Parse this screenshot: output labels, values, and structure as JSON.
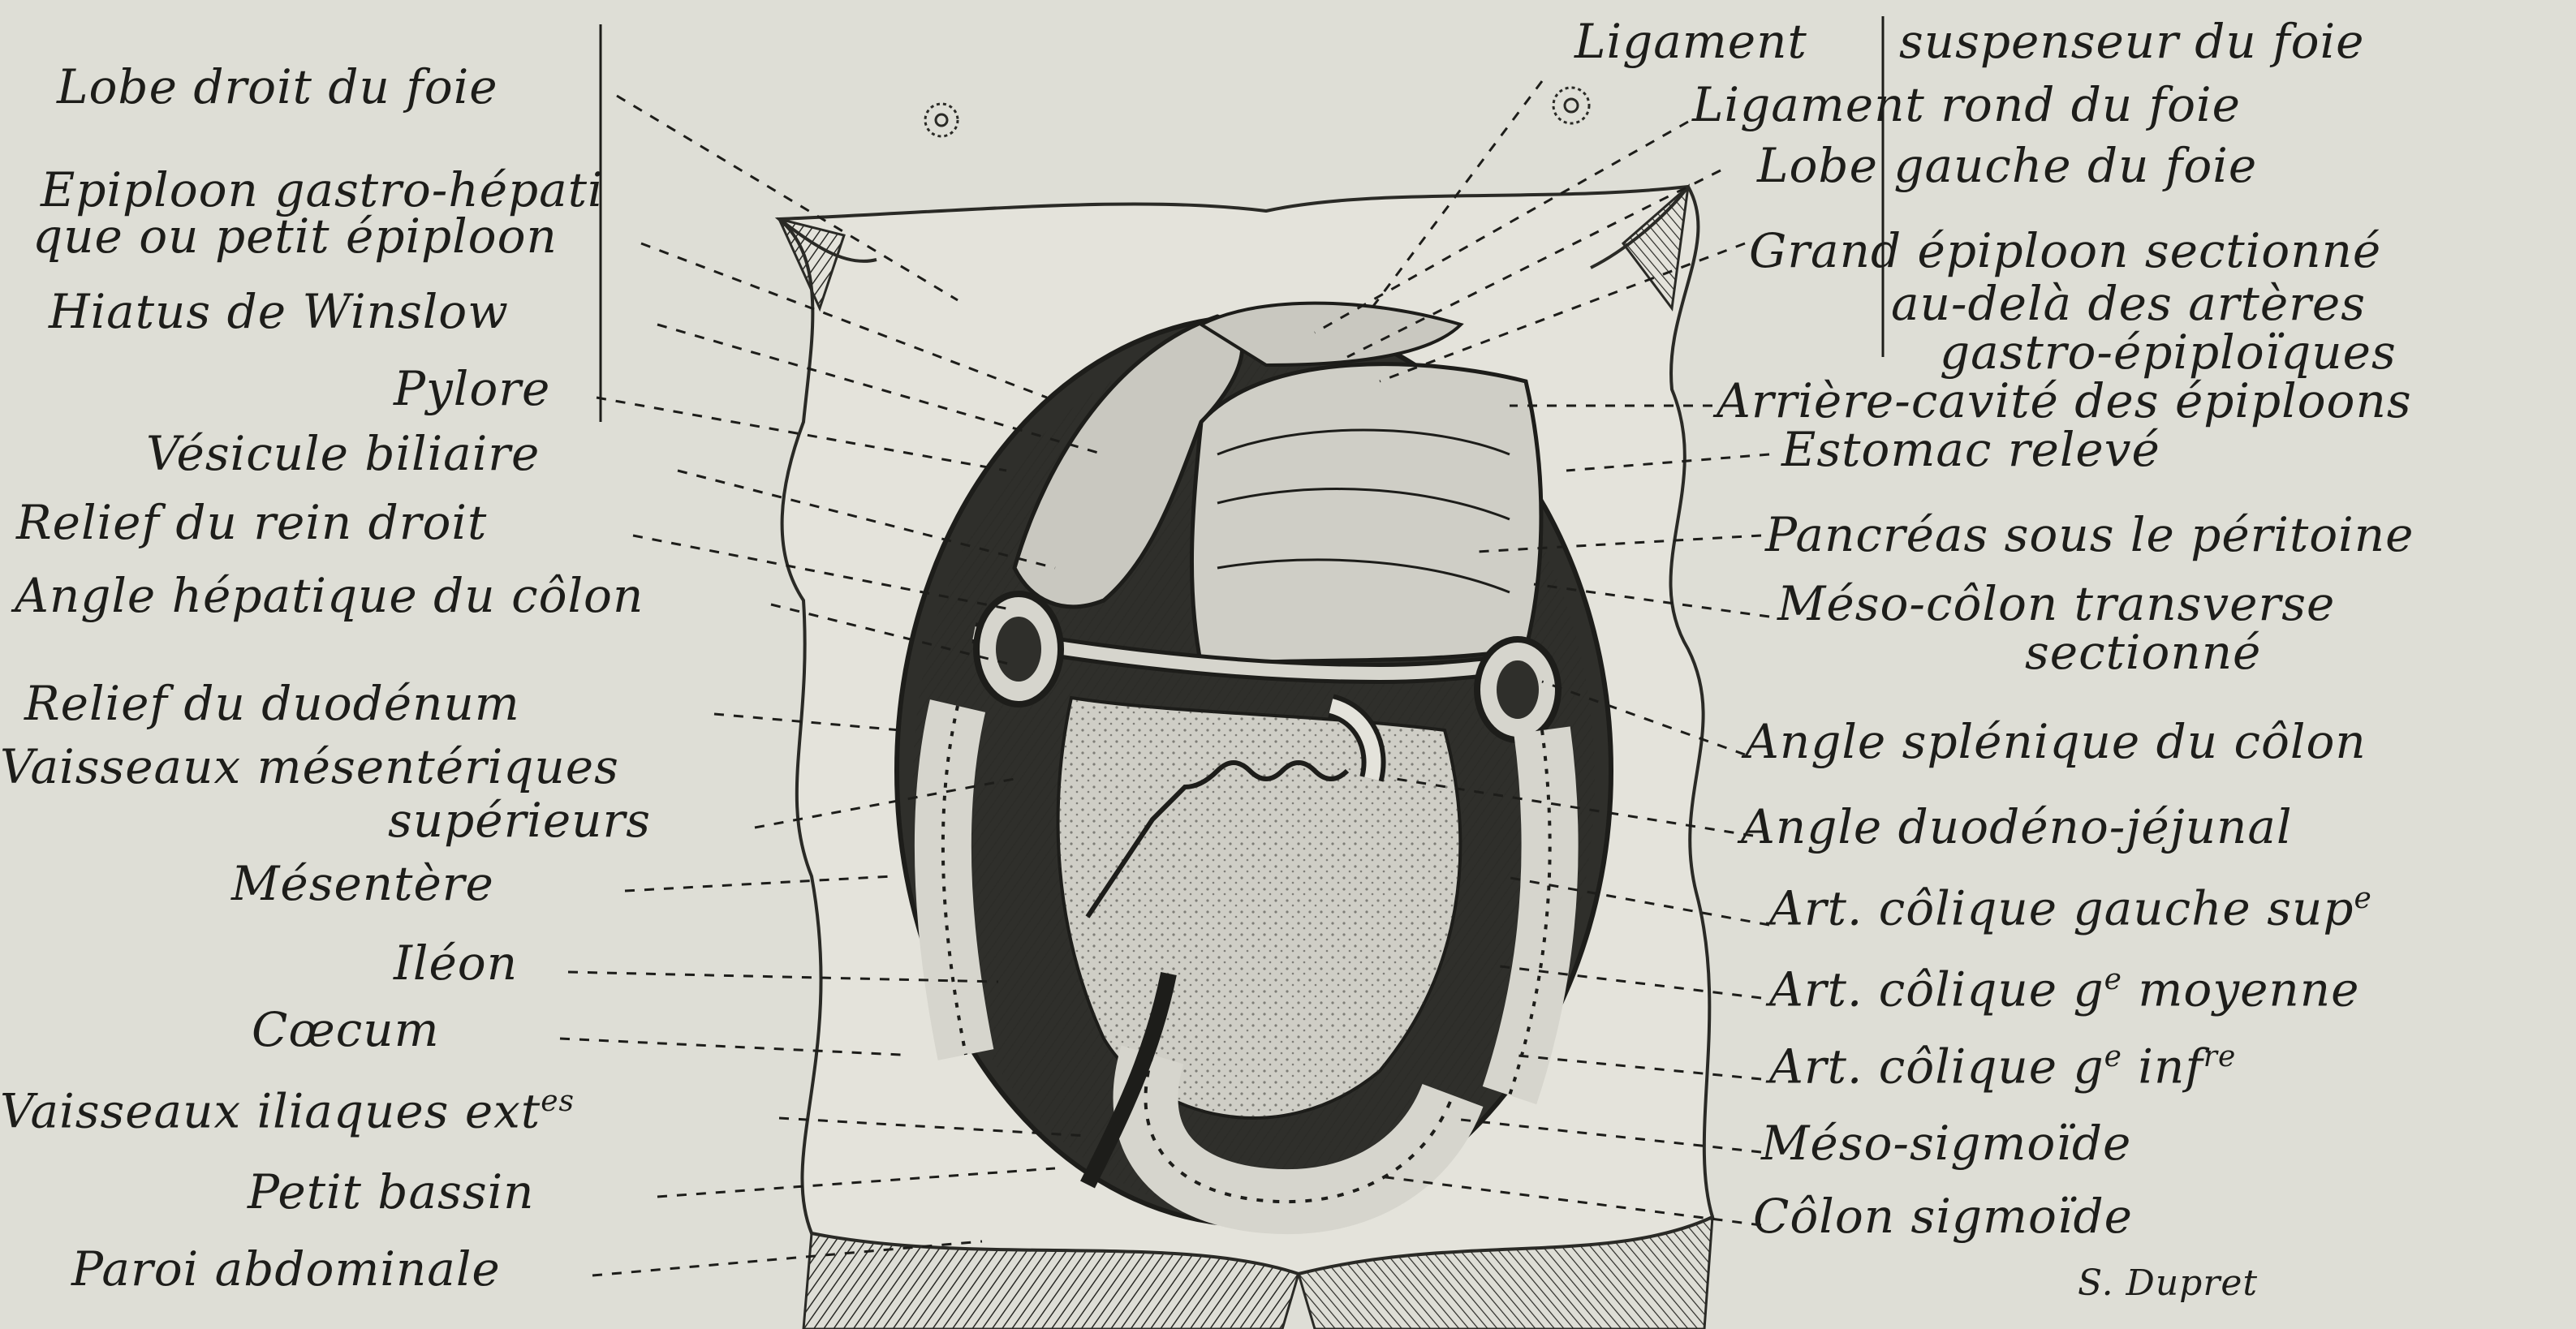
{
  "left_labels": {
    "lobe_droit": "Lobe droit du foie",
    "epiploon_1": "Epiploon gastro-hépati",
    "epiploon_2": "que ou petit épiploon",
    "hiatus": "Hiatus de Winslow",
    "pylore": "Pylore",
    "vesicule": "Vésicule biliaire",
    "rein": "Relief du rein droit",
    "angle_hepatique": "Angle hépatique du côlon",
    "duodenum": "Relief du duodénum",
    "vaisseaux_mes_1": "Vaisseaux mésentériques",
    "vaisseaux_mes_2": "supérieurs",
    "mesentere": "Mésentère",
    "ileon": "Iléon",
    "caecum": "Cœcum",
    "iliaques": "Vaisseaux iliaques ext",
    "iliaques_sup": "es",
    "petit_bassin": "Petit bassin",
    "paroi": "Paroi abdominale"
  },
  "right_labels": {
    "ligament_susp_a": "Ligament",
    "ligament_susp_b": "suspenseur du foie",
    "ligament_rond": "Ligament rond du foie",
    "lobe_gauche": "Lobe gauche du foie",
    "grand_epiploon_1": "Grand épiploon sectionné",
    "grand_epiploon_2": "au-delà des artères",
    "grand_epiploon_3": "gastro-épiploïques",
    "arriere_cavite": "Arrière-cavité des épiploons",
    "estomac": "Estomac relevé",
    "pancreas": "Pancréas sous le péritoine",
    "meso_colon_1": "Méso-côlon transverse",
    "meso_colon_2": "sectionné",
    "angle_splenique": "Angle splénique du côlon",
    "angle_duodeno": "Angle duodéno-jéjunal",
    "art_sup": "Art. côlique gauche sup",
    "art_sup_sup": "e",
    "art_moy": "Art. côlique g",
    "art_moy_sup": "e",
    "art_moy_b": " moyenne",
    "art_inf": "Art. côlique g",
    "art_inf_sup": "e",
    "art_inf_b": " inf",
    "art_inf_sup2": "re",
    "meso_sigmoide": "Méso-sigmoïde",
    "colon_sigmoide": "Côlon sigmoïde"
  },
  "signature": "S. Dupret",
  "colors": {
    "background": "#deded6",
    "ink": "#1d1d1a",
    "organ_fill": "#c9c8c0"
  }
}
